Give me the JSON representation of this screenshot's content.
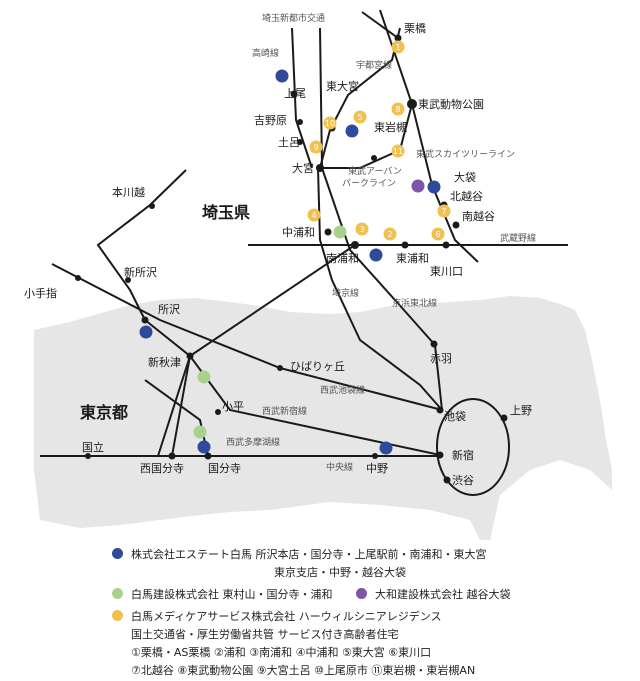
{
  "colors": {
    "blue": "#2f4a9a",
    "green": "#a9d18e",
    "purple": "#7f55a6",
    "yellow": "#f2c04e",
    "land": "#e6e6e6",
    "sea": "#ffffff",
    "line": "#1a1a1a"
  },
  "region_labels": [
    {
      "text": "埼玉県"
    },
    {
      "text": "東京都"
    }
  ],
  "line_labels": [
    {
      "text": "埼玉新都市交通"
    },
    {
      "text": "高崎線"
    },
    {
      "text": "宇都宮線"
    },
    {
      "text": "東武スカイツリーライン"
    },
    {
      "text": "東武アーバン"
    },
    {
      "text": "パークライン"
    },
    {
      "text": "武蔵野線"
    },
    {
      "text": "埼京線"
    },
    {
      "text": "京浜東北線"
    },
    {
      "text": "西武池袋線"
    },
    {
      "text": "西武新宿線"
    },
    {
      "text": "西武多摩湖線"
    },
    {
      "text": "中央線"
    }
  ],
  "stations": [
    {
      "name": "栗橋"
    },
    {
      "name": "東武動物公園"
    },
    {
      "name": "上尾"
    },
    {
      "name": "東大宮"
    },
    {
      "name": "吉野原"
    },
    {
      "name": "東岩槻"
    },
    {
      "name": "土呂"
    },
    {
      "name": "大宮"
    },
    {
      "name": "大袋"
    },
    {
      "name": "北越谷"
    },
    {
      "name": "南越谷"
    },
    {
      "name": "本川越"
    },
    {
      "name": "中浦和"
    },
    {
      "name": "南浦和"
    },
    {
      "name": "東浦和"
    },
    {
      "name": "東川口"
    },
    {
      "name": "新所沢"
    },
    {
      "name": "小手指"
    },
    {
      "name": "所沢"
    },
    {
      "name": "赤羽"
    },
    {
      "name": "新秋津"
    },
    {
      "name": "ひばりヶ丘"
    },
    {
      "name": "小平"
    },
    {
      "name": "池袋"
    },
    {
      "name": "上野"
    },
    {
      "name": "国立"
    },
    {
      "name": "新宿"
    },
    {
      "name": "西国分寺"
    },
    {
      "name": "国分寺"
    },
    {
      "name": "中野"
    },
    {
      "name": "渋谷"
    }
  ],
  "numbered_markers": [
    {
      "num": "1"
    },
    {
      "num": "2"
    },
    {
      "num": "3"
    },
    {
      "num": "4"
    },
    {
      "num": "5"
    },
    {
      "num": "6"
    },
    {
      "num": "7"
    },
    {
      "num": "8"
    },
    {
      "num": "9"
    },
    {
      "num": "10"
    },
    {
      "num": "11"
    }
  ],
  "legend": {
    "blue": {
      "line1": "株式会社エステート白馬 所沢本店・国分寺・上尾駅前・南浦和・東大宮",
      "line2": "東京支店・中野・越谷大袋"
    },
    "green": {
      "text": "白馬建設株式会社 東村山・国分寺・浦和"
    },
    "purple": {
      "text": "大和建設株式会社 越谷大袋"
    },
    "yellow": {
      "line1": "白馬メディケアサービス株式会社 ハーウィルシニアレジデンス",
      "line2": "国土交通省・厚生労働省共管 サービス付き高齢者住宅"
    },
    "numbered_row1": "①栗橋・AS栗橋 ②浦和 ③南浦和 ④中浦和 ⑤東大宮 ⑥東川口",
    "numbered_row2": "⑦北越谷 ⑧東武動物公園 ⑨大宮土呂 ⑩上尾原市 ⑪東岩槻・東岩槻AN"
  }
}
